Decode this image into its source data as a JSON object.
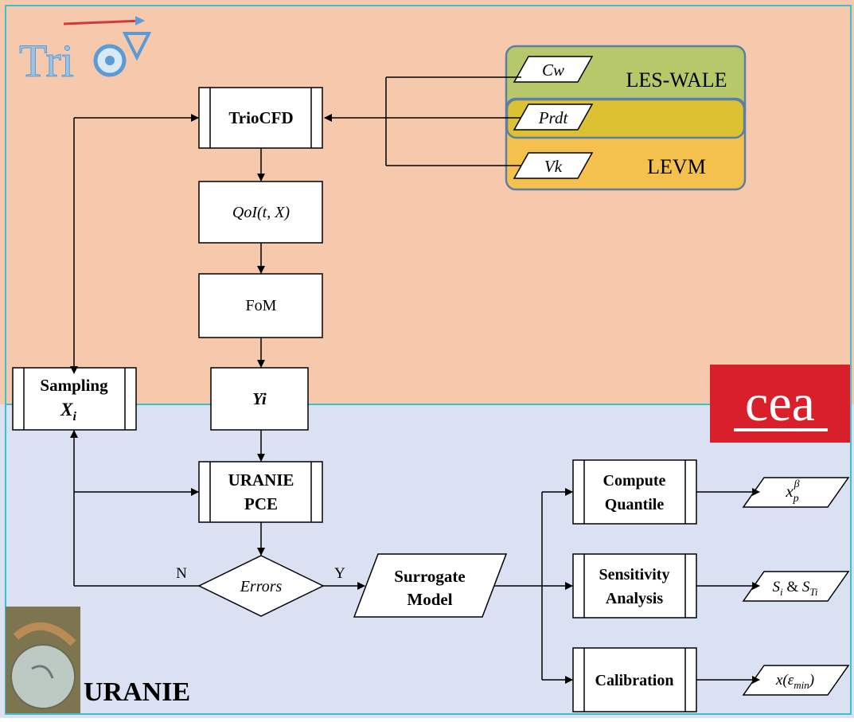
{
  "logos": {
    "trio_text": "Tri",
    "cea_text": "cea",
    "uranie_label": "URANIE"
  },
  "models": {
    "les_wale": "LES-WALE",
    "levm": "LEVM",
    "params": {
      "cw": "Cw",
      "prdt": "Prdt",
      "vk": "Vk"
    }
  },
  "flow": {
    "triocfd": "TrioCFD",
    "qoi": "QoI(t, X)",
    "fom": "FoM",
    "yi": "Yi",
    "sampling_line1": "Sampling",
    "sampling_var": "X",
    "sampling_sub": "i",
    "uranie_pce_line1": "URANIE",
    "uranie_pce_line2": "PCE",
    "errors": "Errors",
    "branch_no": "N",
    "branch_yes": "Y",
    "surrogate_line1": "Surrogate",
    "surrogate_line2": "Model"
  },
  "analyses": {
    "quantile_line1": "Compute",
    "quantile_line2": "Quantile",
    "sensitivity_line1": "Sensitivity",
    "sensitivity_line2": "Analysis",
    "calibration": "Calibration"
  },
  "outputs": {
    "quantile": {
      "base": "x",
      "sub": "p",
      "sup": "β"
    },
    "sensitivity": {
      "s": "S",
      "sub_i": "i",
      "amp": " & ",
      "s2": "S",
      "sub_ti": "Ti"
    },
    "calibration": {
      "pre": "x(ε",
      "sub": "min",
      "post": ")"
    }
  },
  "colors": {
    "top_bg": "#f6c9ad",
    "bottom_bg": "#d9e1f2",
    "divider": "#3cc0cc",
    "les_wale_fill": "#b6c86a",
    "overlap_fill": "#dcc233",
    "levm_fill": "#f4c04e",
    "group_border": "#5b7fa6",
    "cea_red": "#d9202a",
    "trio_blue": "#5b9bd5"
  }
}
